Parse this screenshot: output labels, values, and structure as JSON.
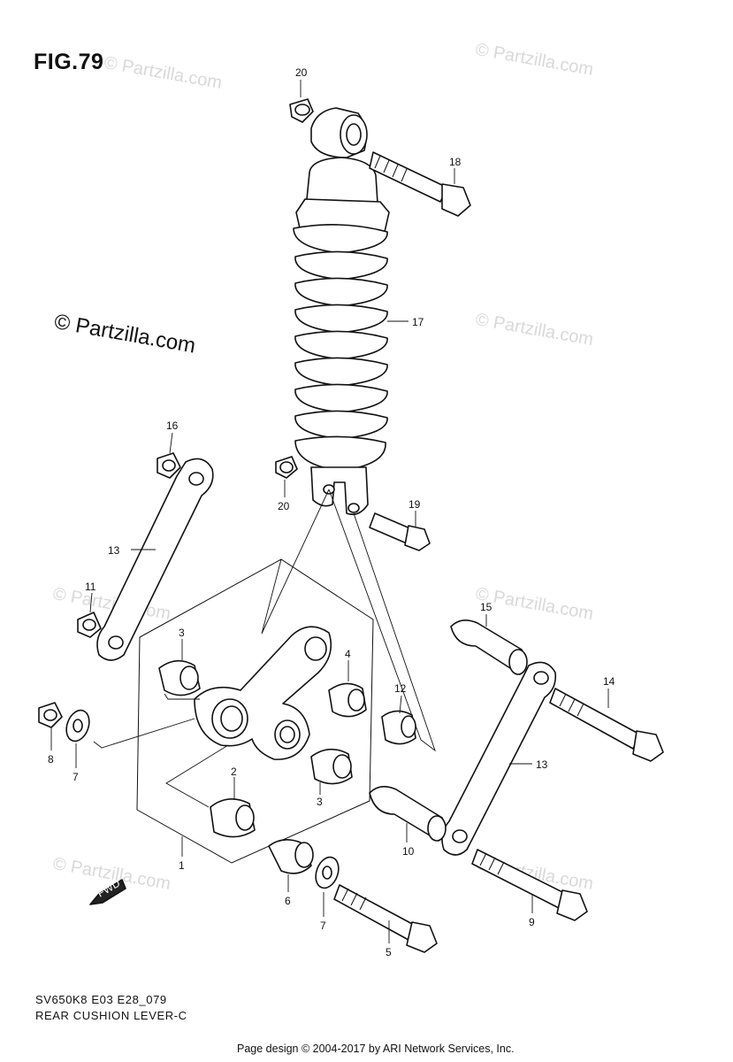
{
  "figure": {
    "title": "FIG.79",
    "copyright_text": "© Partzilla.com",
    "watermark_text": "© Partzilla.com",
    "model_code": "SV650K8 E03 E28_079",
    "caption": "REAR CUSHION LEVER-C",
    "page_design": "Page design © 2004-2017 by ARI Network Services, Inc.",
    "direction_marker": "FWD"
  },
  "callouts": [
    "1",
    "2",
    "3",
    "3",
    "4",
    "5",
    "6",
    "7",
    "7",
    "8",
    "9",
    "10",
    "11",
    "12",
    "13",
    "13",
    "14",
    "15",
    "16",
    "17",
    "18",
    "19",
    "20",
    "20"
  ]
}
